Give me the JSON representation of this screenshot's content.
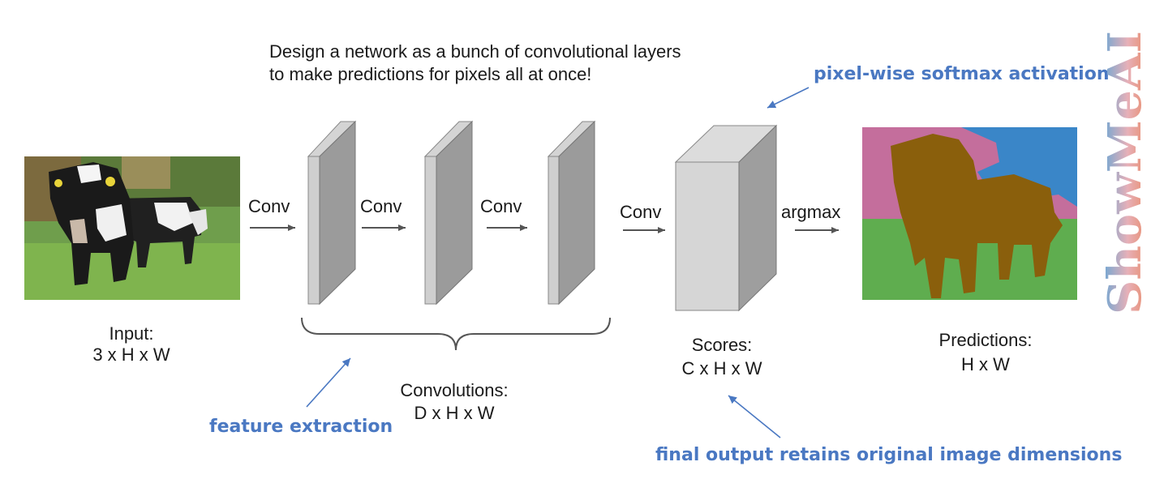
{
  "headline": {
    "line1": "Design a network as a bunch of convolutional layers",
    "line2": "to  make predictions for pixels all at once!"
  },
  "input": {
    "label_line1": "Input:",
    "label_line2": "3 x H x W"
  },
  "ops": {
    "conv1": "Conv",
    "conv2": "Conv",
    "conv3": "Conv",
    "conv4": "Conv",
    "argmax": "argmax"
  },
  "convolutions": {
    "label_line1": "Convolutions:",
    "label_line2": "D x H x W"
  },
  "scores": {
    "label_line1": "Scores:",
    "label_line2": "C x H x W"
  },
  "predictions": {
    "label_line1": "Predictions:",
    "label_line2": "H x W"
  },
  "annotations": {
    "softmax": "pixel-wise softmax activation",
    "feature": "feature extraction",
    "final": "final output retains original image dimensions"
  },
  "watermark": "ShowMeAI",
  "colors": {
    "annotation_blue": "#4a78c2",
    "seg_pink": "#c46e9c",
    "seg_blue": "#3a86c8",
    "seg_green": "#5fad4f",
    "seg_cow": "#8a5f0c"
  }
}
